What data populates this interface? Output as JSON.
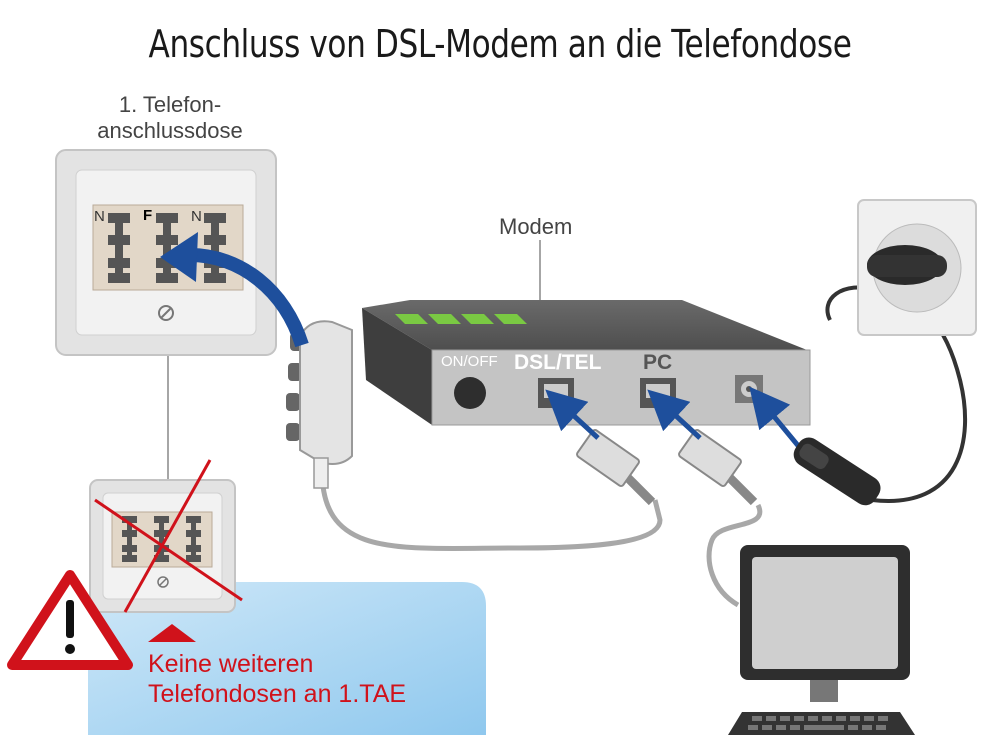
{
  "title": "Anschluss von DSL-Modem an die Telefondose",
  "socket": {
    "label_line1": "1. Telefon-",
    "label_line2": "anschlussdose",
    "pin_left": "N",
    "pin_center": "F",
    "pin_right": "N"
  },
  "modem": {
    "label": "Modem",
    "onoff": "ON/OFF",
    "port_dsl": "DSL/TEL",
    "port_pc": "PC"
  },
  "warning": {
    "line1": "Keine weiteren",
    "line2": "Telefondosen an 1.TAE"
  },
  "colors": {
    "arrow_blue": "#1e4f9c",
    "warning_red": "#d0121b",
    "modem_gray": "#5e5e5e",
    "led_green": "#7ac943",
    "info_panel_blue": "#a8d3ef"
  }
}
